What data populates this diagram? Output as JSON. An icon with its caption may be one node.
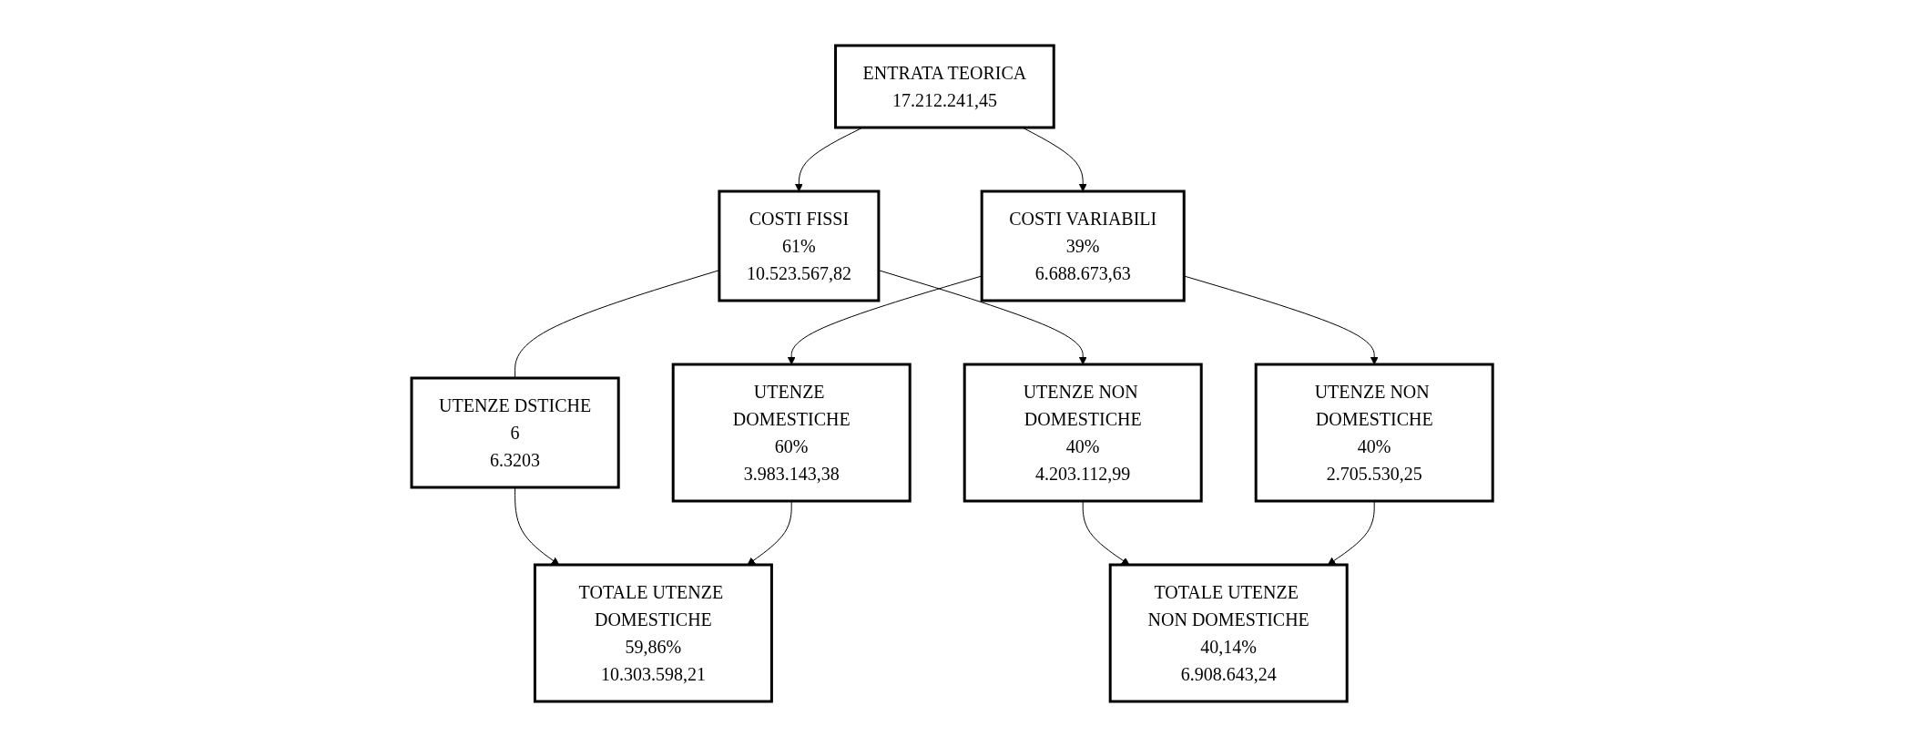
{
  "diagram": {
    "nodes": [
      {
        "text": [
          "ENTRATA TEORICA",
          "17.212.241,45"
        ]
      },
      {
        "text": [
          "COSTI FISSI",
          "61%",
          "10.523.567,82"
        ]
      },
      {
        "text": [
          "COSTI VARIABILI",
          "39%",
          "6.688.673,63"
        ]
      },
      {
        "text": [
          "UTENZE DSTICHE",
          "6",
          "6.3203"
        ]
      },
      {
        "text": [
          "UTENZE NON DOMESTICHE",
          "40%",
          "4.203.112,99"
        ]
      },
      {
        "text": [
          "UTENZE DOMESTICHE",
          "60%",
          "3.983.143,38"
        ]
      },
      {
        "text": [
          "UTENZE NON DOMESTICHE",
          "40%",
          "2.705.530,25"
        ]
      },
      {
        "text": [
          "TOTALE UTENZE DOMESTICHE",
          "59,86%",
          "10.303.598,21"
        ]
      },
      {
        "text": [
          "TOTALE UTENZE NON DOMESTICHE",
          "40,14%",
          "6.908.643,24"
        ]
      }
    ],
    "edges": [
      {
        "from": 0,
        "to": 1,
        "arrow": "to"
      },
      {
        "from": 0,
        "to": 2,
        "arrow": "to"
      },
      {
        "from": 1,
        "to": 3,
        "arrow": "none"
      },
      {
        "from": 1,
        "to": 4,
        "arrow": "to"
      },
      {
        "from": 2,
        "to": 5,
        "arrow": "to"
      },
      {
        "from": 2,
        "to": 6,
        "arrow": "to"
      },
      {
        "from": 3,
        "to": 7,
        "arrow": "to"
      },
      {
        "from": 4,
        "to": 8,
        "arrow": "to"
      },
      {
        "from": 5,
        "to": 7,
        "arrow": "to"
      },
      {
        "from": 6,
        "to": 8,
        "arrow": "to"
      }
    ]
  }
}
